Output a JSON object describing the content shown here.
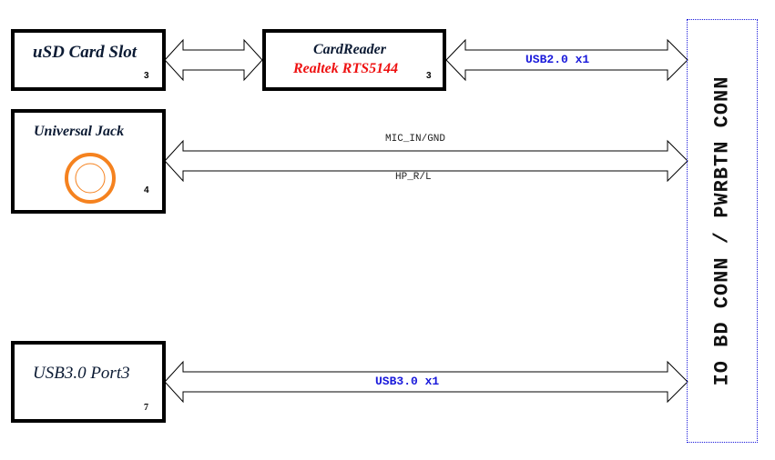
{
  "blocks": {
    "usd_card_slot": {
      "title": "uSD Card Slot",
      "page": "3"
    },
    "card_reader": {
      "title": "CardReader",
      "subtitle": "Realtek RTS5144",
      "page": "3"
    },
    "universal_jack": {
      "title": "Universal Jack",
      "page": "4"
    },
    "usb3_port3": {
      "title": "USB3.0 Port3",
      "page": "7"
    }
  },
  "signals": {
    "usb2": "USB2.0 x1",
    "mic_in": "MIC_IN/GND",
    "hp": "HP_R/L",
    "usb3": "USB3.0 x1"
  },
  "connector": {
    "label": "IO BD CONN / PWRBTN CONN"
  },
  "colors": {
    "title": "#0b1a33",
    "subtitle_red": "#ee1111",
    "signal_blue": "#1a1adb",
    "jack_orange": "#f5821f"
  }
}
